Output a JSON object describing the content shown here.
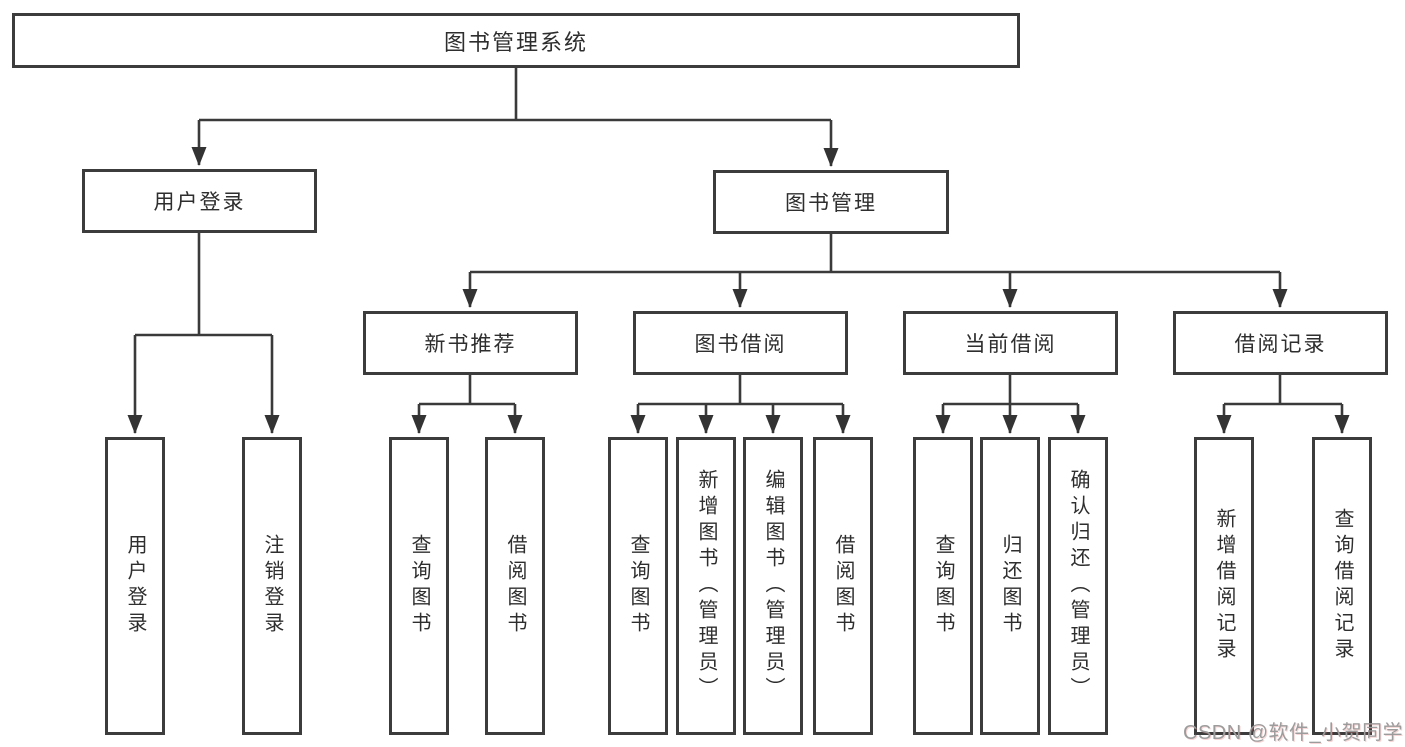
{
  "root": {
    "label": "图书管理系统"
  },
  "branches": {
    "user_login": {
      "label": "用户登录",
      "children": [
        {
          "label": "用户登录"
        },
        {
          "label": "注销登录"
        }
      ]
    },
    "book_management": {
      "label": "图书管理",
      "children": [
        {
          "label": "新书推荐",
          "children": [
            {
              "label": "查询图书"
            },
            {
              "label": "借阅图书"
            }
          ]
        },
        {
          "label": "图书借阅",
          "children": [
            {
              "label": "查询图书"
            },
            {
              "label": "新增图书（管理员）"
            },
            {
              "label": "编辑图书（管理员）"
            },
            {
              "label": "借阅图书"
            }
          ]
        },
        {
          "label": "当前借阅",
          "children": [
            {
              "label": "查询图书"
            },
            {
              "label": "归还图书"
            },
            {
              "label": "确认归还（管理员）"
            }
          ]
        },
        {
          "label": "借阅记录",
          "children": [
            {
              "label": "新增借阅记录"
            },
            {
              "label": "查询借阅记录"
            }
          ]
        }
      ]
    }
  },
  "watermark": {
    "text": "CSDN @软件_小贺同学"
  },
  "colors": {
    "line": "#3a3a3a",
    "box_border": "#3c3c3c",
    "box_fill": "#ffffff",
    "text": "#2e2e2e",
    "watermark": "#9c9c9c"
  }
}
